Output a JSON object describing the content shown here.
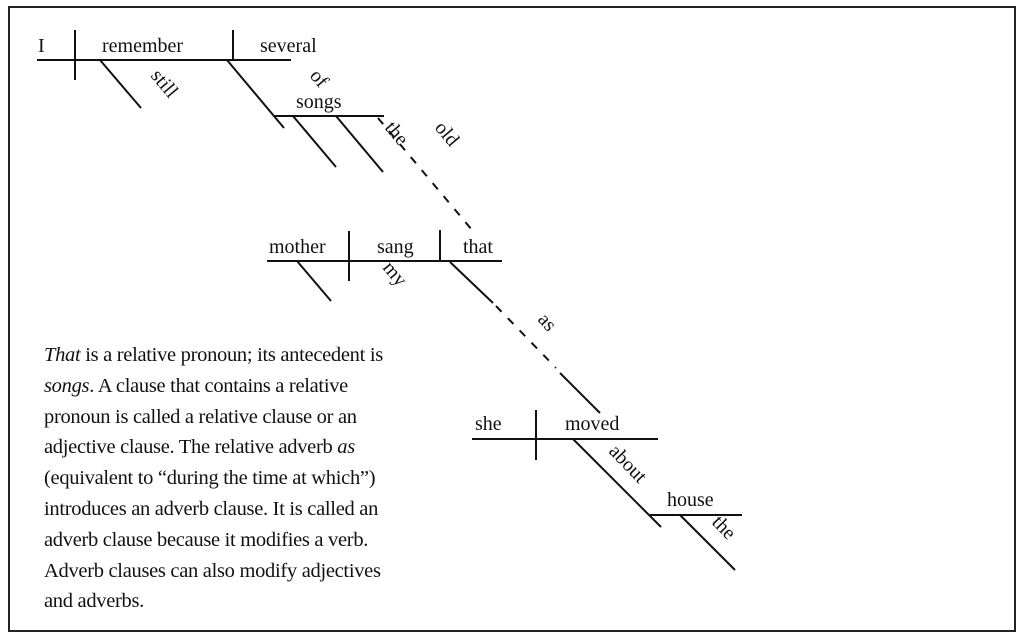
{
  "diagram": {
    "main_clause": {
      "subject": "I",
      "verb": "remember",
      "object": "several",
      "verb_modifier": "still",
      "preposition": "of",
      "prep_object": "songs",
      "prep_object_modifiers": [
        "the",
        "old"
      ]
    },
    "relative_clause": {
      "subject": "mother",
      "subject_modifier": "my",
      "verb": "sang",
      "object": "that",
      "connector": "as"
    },
    "adverb_clause": {
      "subject": "she",
      "verb": "moved",
      "preposition": "about",
      "prep_object": "house",
      "prep_object_modifier": "the"
    }
  },
  "explanation": {
    "lines": [
      [
        {
          "t": "That",
          "i": true
        },
        {
          "t": " is a relative pronoun; its antecedent is",
          "i": false
        }
      ],
      [
        {
          "t": "songs",
          "i": true
        },
        {
          "t": ". A clause that contains a relative",
          "i": false
        }
      ],
      [
        {
          "t": "pronoun is called a relative clause or an",
          "i": false
        }
      ],
      [
        {
          "t": "adjective clause. The relative adverb ",
          "i": false
        },
        {
          "t": "as",
          "i": true
        }
      ],
      [
        {
          "t": "(equivalent to “during the time at which”)",
          "i": false
        }
      ],
      [
        {
          "t": "introduces an adverb clause. It is called an",
          "i": false
        }
      ],
      [
        {
          "t": "adverb clause because it modifies a verb.",
          "i": false
        }
      ],
      [
        {
          "t": "Adverb clauses can also modify adjectives",
          "i": false
        }
      ],
      [
        {
          "t": "and adverbs.",
          "i": false
        }
      ]
    ]
  }
}
